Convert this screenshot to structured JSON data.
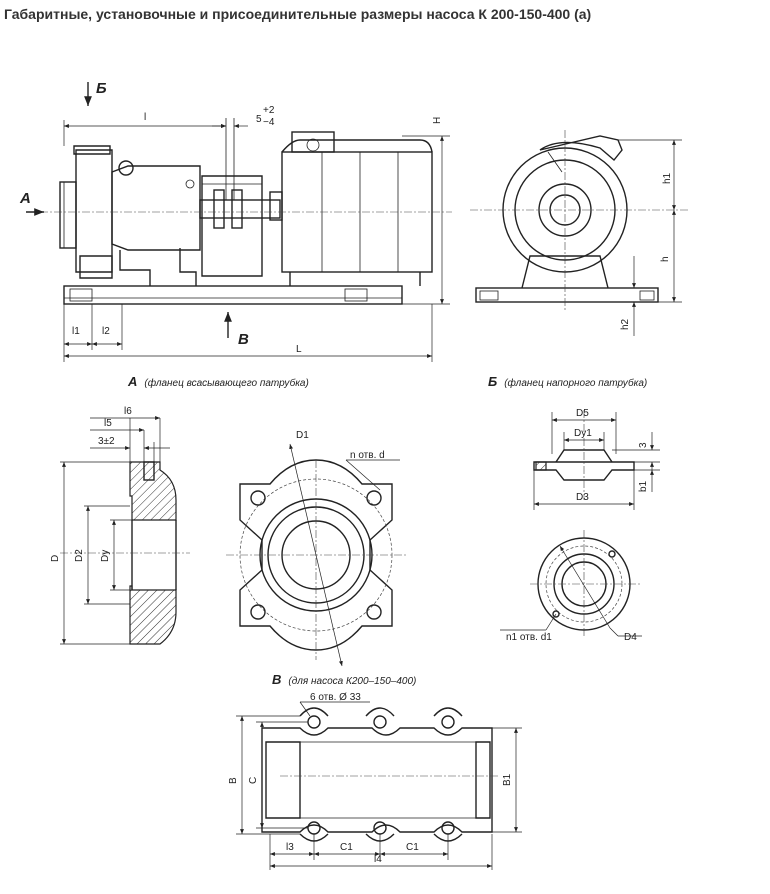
{
  "title": "Габаритные, установочные и присоединительные размеры насоса К 200-150-400 (а)",
  "side_view": {
    "label_b": "Б",
    "label_a": "А",
    "label_v": "В",
    "dim_l": "l",
    "dim_gap": "5",
    "dim_gap_sup": "+2",
    "dim_gap_sub": "−4",
    "dim_H": "H",
    "dim_l1": "l1",
    "dim_l2": "l2",
    "dim_L": "L"
  },
  "front_view": {
    "dim_h1": "h1",
    "dim_h": "h",
    "dim_h2": "h2"
  },
  "captions": {
    "a_letter": "А",
    "a_text": "(фланец всасывающего патрубка)",
    "b_letter": "Б",
    "b_text": "(фланец напорного патрубка)",
    "v_letter": "В",
    "v_text": "(для насоса К200–150–400)"
  },
  "suction_section": {
    "dim_l6": "l6",
    "dim_l5": "l5",
    "dim_3": "3±2",
    "dim_D": "D",
    "dim_D2": "D2",
    "dim_Dy": "Dy"
  },
  "suction_flange": {
    "dim_D1": "D1",
    "holes": "n отв. d"
  },
  "discharge_section": {
    "dim_D5": "D5",
    "dim_Dy1": "Dy1",
    "dim_3": "3",
    "dim_D3": "D3",
    "dim_b1": "b1"
  },
  "discharge_flange": {
    "holes": "n1 отв. d1",
    "dim_D4": "D4"
  },
  "base_plan": {
    "holes": "6 отв. Ø 33",
    "dim_B": "B",
    "dim_C": "C",
    "dim_B1": "B1",
    "dim_l3": "l3",
    "dim_C1a": "C1",
    "dim_C1b": "C1",
    "dim_l4": "l4"
  }
}
